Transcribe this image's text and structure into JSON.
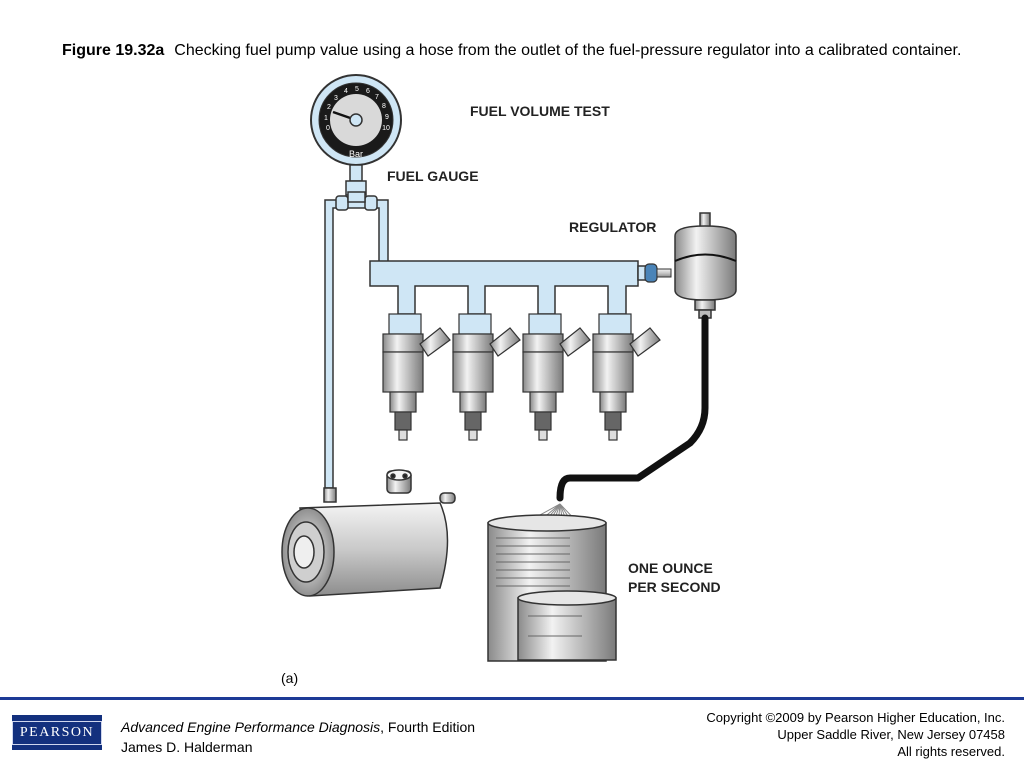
{
  "caption": {
    "figure_label": "Figure 19.32a",
    "text": "Checking fuel pump value using a hose from the outlet of the fuel-pressure regulator into a calibrated container."
  },
  "diagram": {
    "title": "FUEL VOLUME TEST",
    "gauge_label": "FUEL GAUGE",
    "regulator_label": "REGULATOR",
    "flow_label_line1": "ONE OUNCE",
    "flow_label_line2": "PER SECOND",
    "gauge_unit": "Bar",
    "gauge_ticks": [
      "0",
      "1",
      "2",
      "3",
      "4",
      "5",
      "6",
      "7",
      "8",
      "9",
      "10"
    ],
    "sub_label": "(a)"
  },
  "footer": {
    "logo_text": "PEARSON",
    "book_title": "Advanced Engine Performance Diagnosis",
    "edition": ", Fourth Edition",
    "author": "James D. Halderman",
    "copyright_line1": "Copyright ©2009 by Pearson Higher Education, Inc.",
    "copyright_line2": "Upper Saddle River, New Jersey 07458",
    "copyright_line3": "All rights reserved."
  },
  "colors": {
    "fuel_blue": "#cfe6f5",
    "outline": "#333333",
    "accent_blue": "#1d3a96",
    "metal_gray": "#c8c8c8"
  }
}
